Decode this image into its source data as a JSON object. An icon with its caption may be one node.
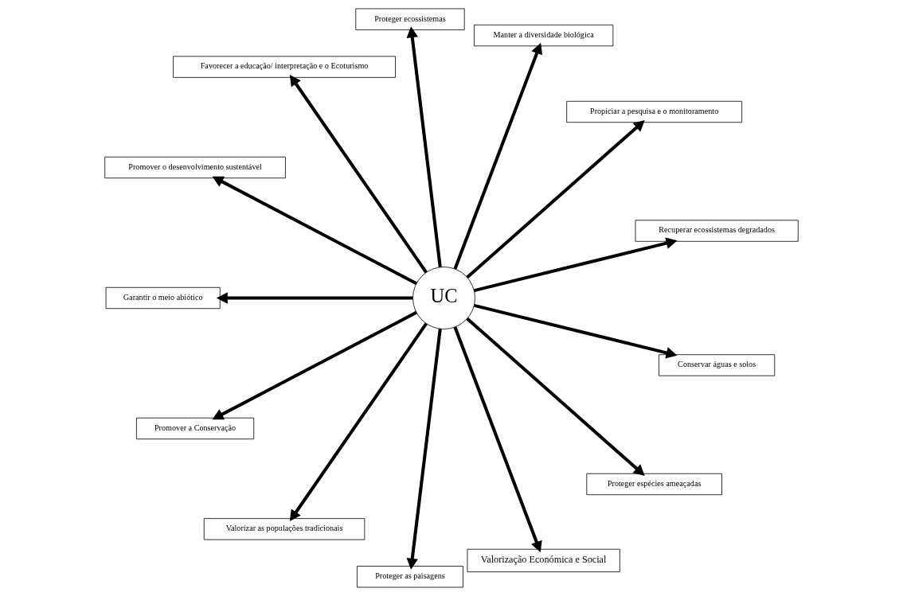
{
  "diagram": {
    "nodes": [
      {
        "text": [
          "UC"
        ]
      },
      {
        "text": [
          "Recuperar ecossistemas degradados"
        ]
      },
      {
        "text": [
          "Propiciar a pesquisa e o monitoramento"
        ]
      },
      {
        "text": [
          "Manter a diversidade biológica"
        ]
      },
      {
        "text": [
          "Proteger ecossistemas"
        ]
      },
      {
        "text": [
          "Favorecer a educação/ interpretação e o Ecoturismo"
        ]
      },
      {
        "text": [
          "Promover o desenvolvimento sustentável"
        ]
      },
      {
        "text": [
          "Garantir o meio abiótico"
        ]
      },
      {
        "text": [
          "Promover a Conservação"
        ]
      },
      {
        "text": [
          "Valorizar as populações tradicionais"
        ]
      },
      {
        "text": [
          "Proteger as paisagens"
        ]
      },
      {
        "text": [
          "Valorização Económica e Social"
        ]
      },
      {
        "text": [
          "Proteger espécies ameaçadas"
        ]
      },
      {
        "text": [
          "Conservar águas e solos"
        ]
      }
    ],
    "edges": [
      {
        "from": 0,
        "to": 1,
        "arrow": "to"
      },
      {
        "from": 0,
        "to": 2,
        "arrow": "to"
      },
      {
        "from": 0,
        "to": 3,
        "arrow": "to"
      },
      {
        "from": 0,
        "to": 4,
        "arrow": "to"
      },
      {
        "from": 0,
        "to": 5,
        "arrow": "to"
      },
      {
        "from": 0,
        "to": 6,
        "arrow": "to"
      },
      {
        "from": 0,
        "to": 7,
        "arrow": "to"
      },
      {
        "from": 0,
        "to": 8,
        "arrow": "to"
      },
      {
        "from": 0,
        "to": 9,
        "arrow": "to"
      },
      {
        "from": 0,
        "to": 10,
        "arrow": "to"
      },
      {
        "from": 0,
        "to": 11,
        "arrow": "to"
      },
      {
        "from": 0,
        "to": 12,
        "arrow": "to"
      },
      {
        "from": 0,
        "to": 13,
        "arrow": "to"
      }
    ]
  }
}
